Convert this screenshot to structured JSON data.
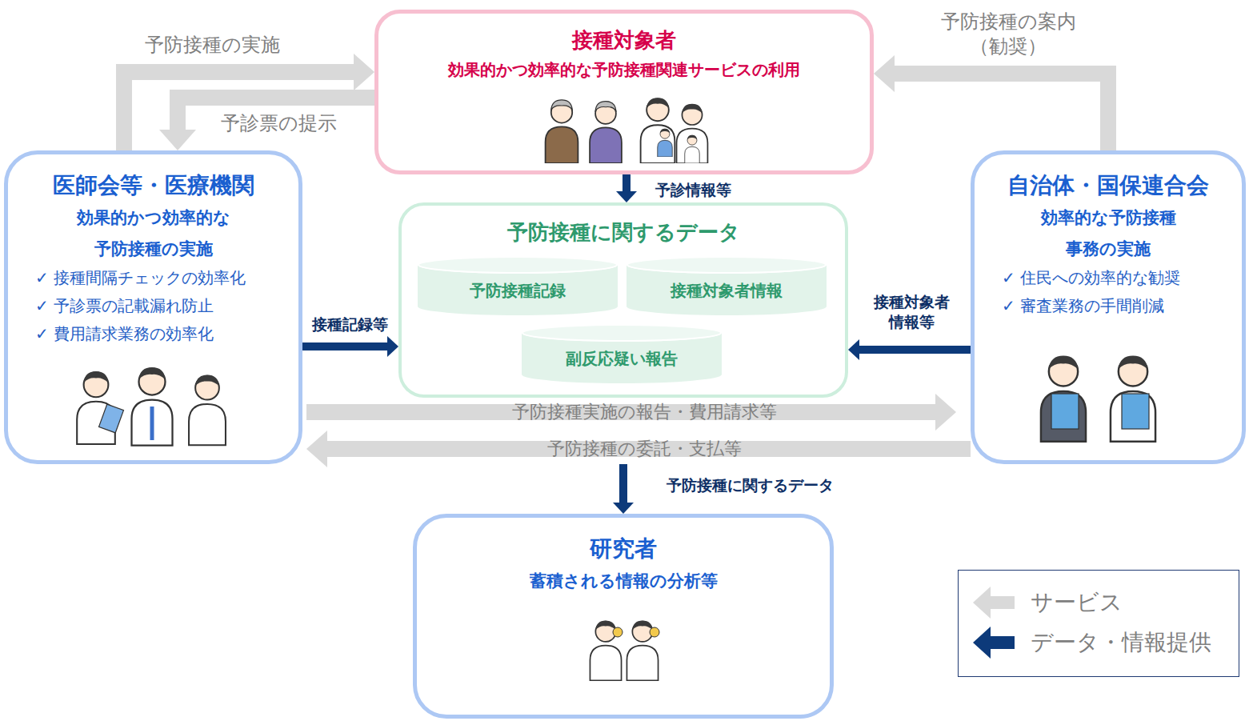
{
  "diagram": {
    "nodes": [
      {
        "text": [
          "接種対象者",
          "効果的かつ効率的な予防接種関連サービスの利用"
        ]
      },
      {
        "text": [
          "医師会等・医療機関",
          "効果的かつ効率的な 予防接種の実施",
          "✓ 接種間隔チェックの効率化",
          "✓ 予診票の記載漏れ防止",
          "✓ 費用請求業務の効率化"
        ]
      },
      {
        "text": [
          "予防接種に関するデータ"
        ]
      },
      {
        "text": [
          "予防接種記録"
        ],
        "in": 2
      },
      {
        "text": [
          "接種対象者情報"
        ],
        "in": 2
      },
      {
        "text": [
          "副反応疑い報告"
        ],
        "in": 2
      },
      {
        "text": [
          "自治体・国保連合会",
          "効率的な予防接種 事務の実施",
          "✓ 住民への効率的な勧奨",
          "✓ 審査業務の手間削減"
        ]
      },
      {
        "text": [
          "研究者",
          "蓄積される情報の分析等"
        ]
      }
    ],
    "edges": [
      {
        "from": 1,
        "to": 0,
        "label": "予防接種の実施",
        "arrow": "to"
      },
      {
        "from": 0,
        "to": 1,
        "label": "予診票の提示",
        "arrow": "to"
      },
      {
        "from": 6,
        "to": 0,
        "label": "予防接種の案内 （勧奨）",
        "arrow": "to"
      },
      {
        "from": 0,
        "to": 2,
        "label": "予診情報等",
        "arrow": "to"
      },
      {
        "from": 1,
        "to": 2,
        "label": "接種記録等",
        "arrow": "to"
      },
      {
        "from": 6,
        "to": 2,
        "label": "接種対象者 情報等",
        "arrow": "to"
      },
      {
        "from": 1,
        "to": 6,
        "label": "予防接種実施の報告・費用請求等",
        "arrow": "to"
      },
      {
        "from": 6,
        "to": 1,
        "label": "予防接種の委託・支払等",
        "arrow": "to"
      },
      {
        "from": 2,
        "to": 7,
        "label": "予防接種に関するデータ",
        "arrow": "to"
      }
    ],
    "legend": [
      {
        "text": "サービス",
        "color": "#d9d9d9"
      },
      {
        "text": "データ・情報提供",
        "color": "#0d3a7a"
      }
    ]
  }
}
